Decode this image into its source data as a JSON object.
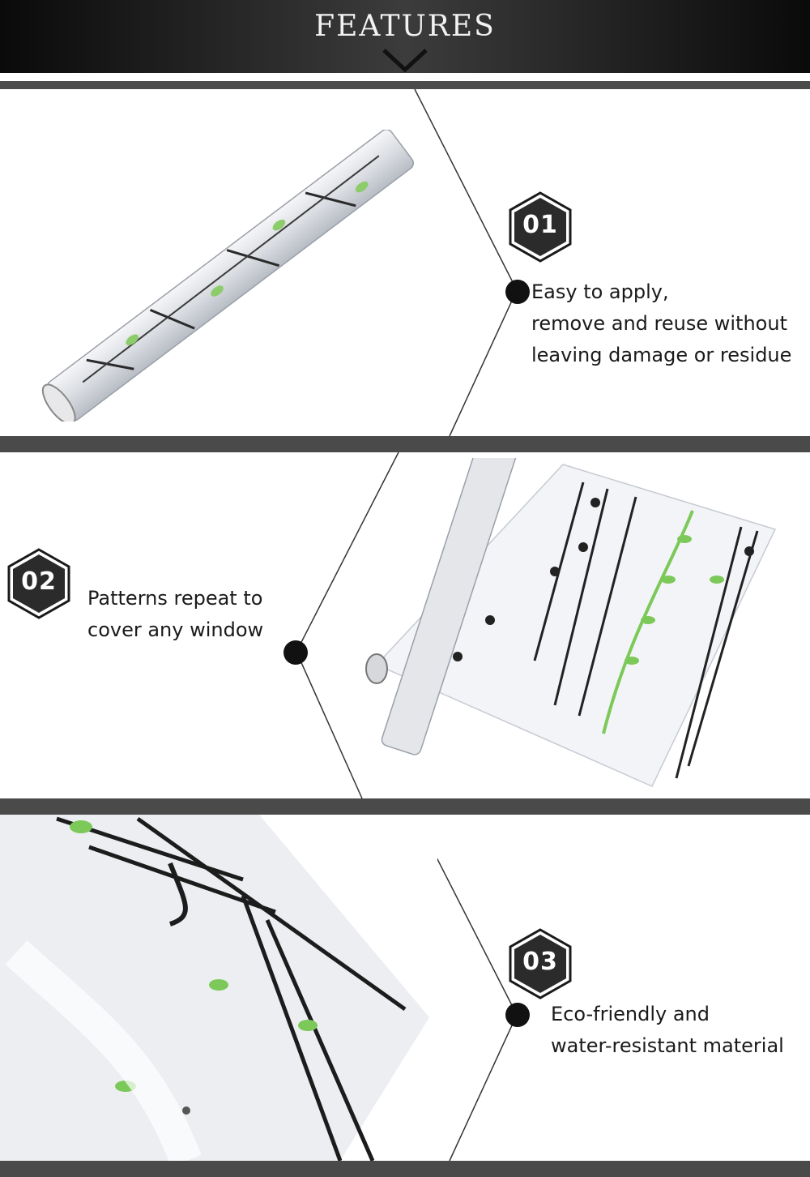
{
  "header": {
    "title": "FEATURES"
  },
  "features": [
    {
      "number": "01",
      "lines": [
        "Easy to apply,",
        "remove and reuse without",
        "leaving damage or residue"
      ]
    },
    {
      "number": "02",
      "lines": [
        "Patterns repeat to",
        "cover any window"
      ]
    },
    {
      "number": "03",
      "lines": [
        "Eco-friendly and",
        "water-resistant material"
      ]
    }
  ],
  "colors": {
    "header_dark": "#0a0a0a",
    "band": "#4a4a4a",
    "leaf_green": "#7cc95a",
    "text": "#1a1a1a"
  }
}
